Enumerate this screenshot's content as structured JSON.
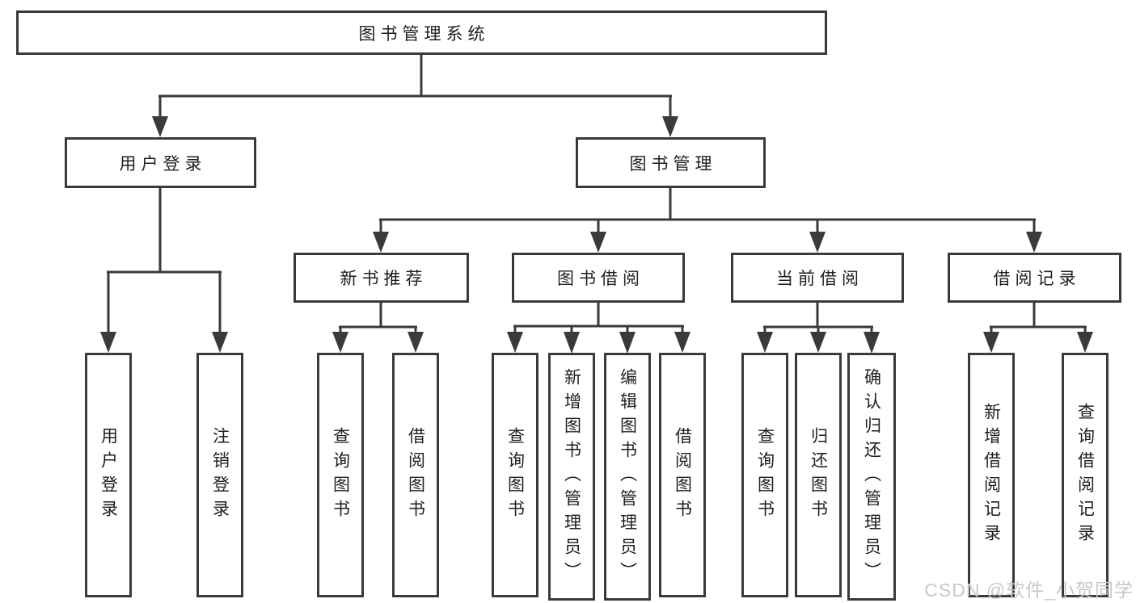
{
  "tree": {
    "label": "图书管理系统",
    "children": [
      {
        "label": "用户登录",
        "children": [
          {
            "label": "用户登录"
          },
          {
            "label": "注销登录"
          }
        ]
      },
      {
        "label": "图书管理",
        "children": [
          {
            "label": "新书推荐",
            "children": [
              {
                "label": "查询图书"
              },
              {
                "label": "借阅图书"
              }
            ]
          },
          {
            "label": "图书借阅",
            "children": [
              {
                "label": "查询图书"
              },
              {
                "label": "新增图书（管理员）"
              },
              {
                "label": "编辑图书（管理员）"
              },
              {
                "label": "借阅图书"
              }
            ]
          },
          {
            "label": "当前借阅",
            "children": [
              {
                "label": "查询图书"
              },
              {
                "label": "归还图书"
              },
              {
                "label": "确认归还（管理员）"
              }
            ]
          },
          {
            "label": "借阅记录",
            "children": [
              {
                "label": "新增借阅记录"
              },
              {
                "label": "查询借阅记录"
              }
            ]
          }
        ]
      }
    ]
  },
  "watermark": "CSDN @软件_小贺同学",
  "colors": {
    "line": "#3a3a3a",
    "text": "#1f1f1f",
    "box_background": "#ffffff",
    "page_background": "#ffffff",
    "watermark": "#c8c8c8"
  }
}
